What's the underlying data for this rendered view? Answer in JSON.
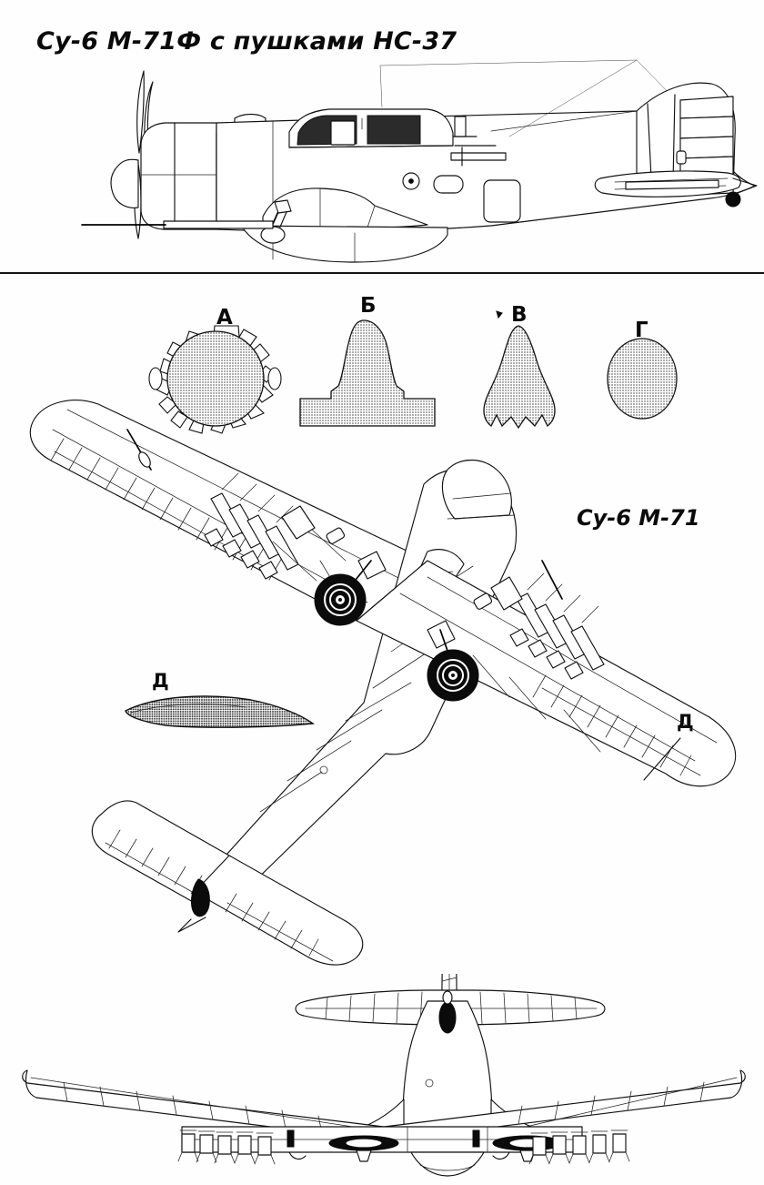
{
  "document": {
    "kind": "aircraft-technical-drawing",
    "subject": "Sukhoi Su-6",
    "background_color": "#fefefe",
    "ink_color": "#111111"
  },
  "titles": {
    "side_view": "Су-6 М-71Ф с пушками НС-37",
    "plan_view": "Су-6 М-71"
  },
  "cross_sections": {
    "caption_note": "fuselage station cross-sections",
    "items": [
      {
        "label": "А",
        "shape": "engine-cowling-round-with-cylinder-bumps"
      },
      {
        "label": "Б",
        "shape": "cockpit-station-with-wing-fillet-shoulders"
      },
      {
        "label": "В",
        "shape": "rear-fuselage-pointed-with-flared-base"
      },
      {
        "label": "Г",
        "shape": "tail-station-oval"
      }
    ]
  },
  "airfoil": {
    "label_left": "Д",
    "label_right": "Д",
    "note": "wing airfoil section"
  },
  "views": [
    {
      "name": "side-elevation-view",
      "aircraft": "Су-6 М-71Ф с пушками НС-37"
    },
    {
      "name": "plan-view",
      "aircraft": "Су-6 М-71"
    },
    {
      "name": "rear-elevation-view",
      "aircraft": "Су-6 М-71"
    }
  ],
  "colors": {
    "ink": "#111111",
    "tire_black": "#0b0b0b",
    "canopy_glazing": "#2b2b2b",
    "section_fill": "#8c8c8c",
    "paper": "#fefefe"
  }
}
